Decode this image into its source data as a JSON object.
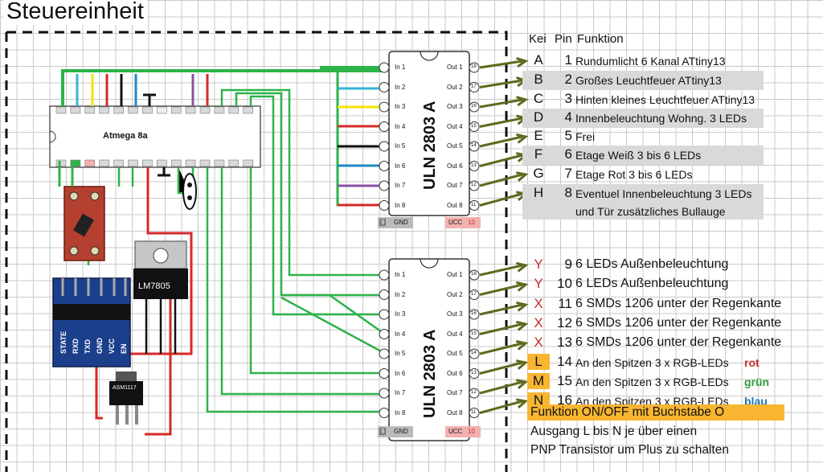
{
  "title": "Steuereinheit",
  "table": {
    "header": {
      "key": "Kei",
      "pin": "Pin",
      "function": "Funktion"
    },
    "rows_upper": [
      {
        "key": "A",
        "pin": "1",
        "function": "Rundumlicht 6 Kanal ATtiny13"
      },
      {
        "key": "B",
        "pin": "2",
        "function": "Großes Leuchtfeuer ATtiny13"
      },
      {
        "key": "C",
        "pin": "3",
        "function": "Hinten kleines Leuchtfeuer ATtiny13"
      },
      {
        "key": "D",
        "pin": "4",
        "function": "Innenbeleuchtung Wohng. 3 LEDs"
      },
      {
        "key": "E",
        "pin": "5",
        "function": "Frei"
      },
      {
        "key": "F",
        "pin": "6",
        "function": "Etage Weiß 3 bis 6 LEDs"
      },
      {
        "key": "G",
        "pin": "7",
        "function": "Etage Rot 3 bis 6 LEDs"
      },
      {
        "key": "H",
        "pin": "8",
        "function": "Eventuel Innenbeleuchtung 3 LEDs",
        "function_line2": "und Tür zusätzliches Bullauge"
      }
    ],
    "rows_lower": [
      {
        "key": "Y",
        "pin": "9",
        "function": "6 LEDs Außenbeleuchtung"
      },
      {
        "key": "Y",
        "pin": "10",
        "function": "6 LEDs Außenbeleuchtung"
      },
      {
        "key": "X",
        "pin": "11",
        "function": "6 SMDs 1206 unter der Regenkante"
      },
      {
        "key": "X",
        "pin": "12",
        "function": "6 SMDs 1206 unter der Regenkante"
      },
      {
        "key": "X",
        "pin": "13",
        "function": "6 SMDs 1206 unter der Regenkante"
      },
      {
        "key": "L",
        "pin": "14",
        "function": "An den Spitzen 3 x RGB-LEDs",
        "color_word": "rot"
      },
      {
        "key": "M",
        "pin": "15",
        "function": "An den Spitzen 3 x RGB-LEDs",
        "color_word": "grün"
      },
      {
        "key": "N",
        "pin": "16",
        "function": "An den Spitzen 3 x RGB-LEDs",
        "color_word": "blau"
      }
    ],
    "highlight_note": "Funktion ON/OFF mit Buchstabe O",
    "note_line1": "Ausgang L bis N je über einen",
    "note_line2": "PNP Transistor um Plus zu schalten"
  },
  "chips": {
    "mcu": "Atmega 8a",
    "driver_upper": "ULN 2803 A",
    "driver_lower": "ULN 2803 A",
    "regulator": "LM7805",
    "ldo": "ASM1117",
    "gnd": "GND",
    "ucc": "UCC",
    "gnd_pin": "9",
    "ucc_pin": "10",
    "inputs": [
      "In 1",
      "In 2",
      "In 3",
      "In 4",
      "In 5",
      "In 6",
      "In 7",
      "In 8"
    ],
    "outputs": [
      "Out 1",
      "Out 2",
      "Out 3",
      "Out 4",
      "Out 5",
      "Out 6",
      "Out 7",
      "Out 8"
    ],
    "out_pins": [
      "18",
      "17",
      "16",
      "15",
      "14",
      "13",
      "12",
      "11"
    ]
  },
  "bt_module": {
    "labels": [
      "STATE",
      "RXD",
      "TXD",
      "GND",
      "VCC",
      "EN"
    ]
  },
  "colors": {
    "wire_green": "#2db34a",
    "wire_red": "#d42a2a",
    "wire_black": "#111111",
    "wire_blue": "#1e88c7",
    "wire_cyan": "#32b6d9",
    "wire_yellow": "#f5e400",
    "wire_purple": "#8a4fa8",
    "arrow_olive": "#5e6a1e",
    "key_grey": "#d9d9d9",
    "highlight_orange": "#f7b531",
    "red_key": "#c0302b",
    "green_word": "#2e9e3c",
    "blue_word": "#1d73b8"
  }
}
